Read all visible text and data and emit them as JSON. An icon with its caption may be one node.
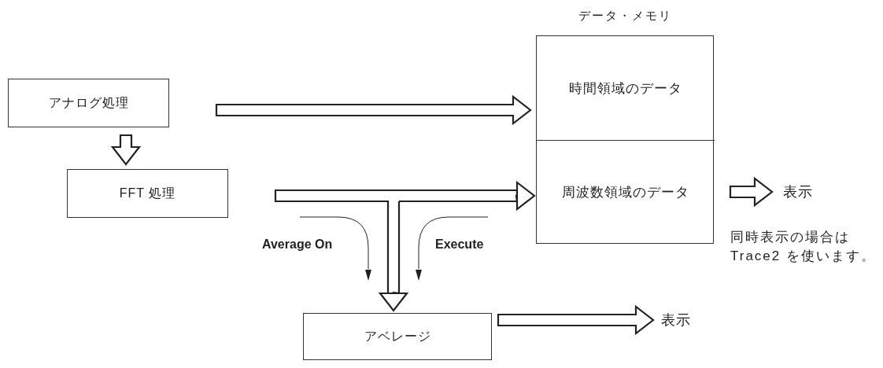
{
  "diagram": {
    "nodes": [
      {
        "text": [
          "アナログ処理"
        ]
      },
      {
        "text": [
          "FFT 処理"
        ]
      },
      {
        "text": [
          "データ・メモリ"
        ]
      },
      {
        "text": [
          "時間領域のデータ"
        ],
        "in": 2
      },
      {
        "text": [
          "周波数領域のデータ"
        ],
        "in": 2
      },
      {
        "text": [
          "表示"
        ]
      },
      {
        "text": [
          "アベレージ"
        ]
      },
      {
        "text": [
          "表示"
        ]
      }
    ],
    "edges": [
      {
        "from": 0,
        "to": 3,
        "arrow": "to"
      },
      {
        "from": 1,
        "to": 4,
        "arrow": "to"
      },
      {
        "from": 1,
        "to": 6,
        "arrow": "to"
      },
      {
        "from": 0,
        "to": 1,
        "arrow": "to"
      },
      {
        "from": 4,
        "to": 5,
        "arrow": "to"
      },
      {
        "from": 6,
        "to": 7,
        "arrow": "to"
      }
    ],
    "labels": [
      "Average On",
      "Execute",
      "同時表示の場合は Trace2 を使います。"
    ]
  }
}
